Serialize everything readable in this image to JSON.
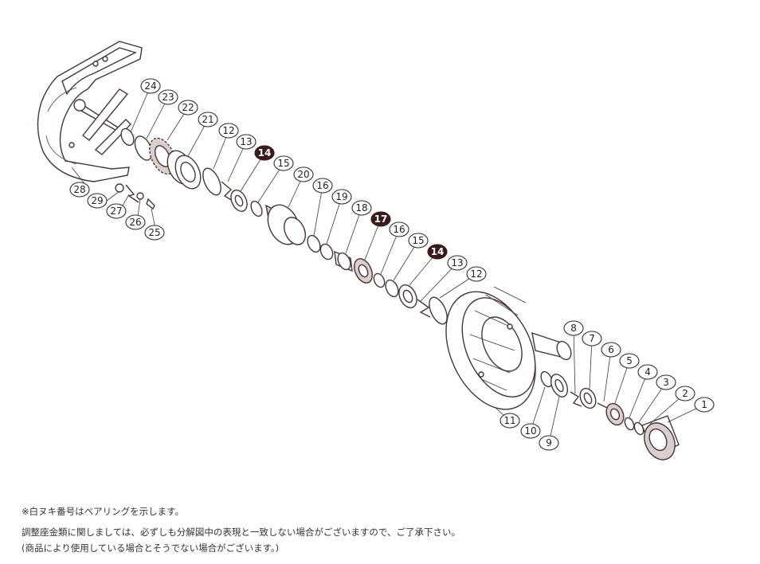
{
  "labels": [
    {
      "id": "1",
      "text": "1",
      "bearing": false
    },
    {
      "id": "2",
      "text": "2",
      "bearing": false
    },
    {
      "id": "3",
      "text": "3",
      "bearing": false
    },
    {
      "id": "4",
      "text": "4",
      "bearing": false
    },
    {
      "id": "5",
      "text": "5",
      "bearing": false
    },
    {
      "id": "6",
      "text": "6",
      "bearing": false
    },
    {
      "id": "7",
      "text": "7",
      "bearing": false
    },
    {
      "id": "8",
      "text": "8",
      "bearing": false
    },
    {
      "id": "9",
      "text": "9",
      "bearing": false
    },
    {
      "id": "10",
      "text": "10",
      "bearing": false
    },
    {
      "id": "11",
      "text": "11",
      "bearing": false
    },
    {
      "id": "12a",
      "text": "12",
      "bearing": false
    },
    {
      "id": "13a",
      "text": "13",
      "bearing": false
    },
    {
      "id": "14a",
      "text": "14",
      "bearing": true
    },
    {
      "id": "15a",
      "text": "15",
      "bearing": false
    },
    {
      "id": "16a",
      "text": "16",
      "bearing": false
    },
    {
      "id": "17",
      "text": "17",
      "bearing": true
    },
    {
      "id": "18",
      "text": "18",
      "bearing": false
    },
    {
      "id": "19",
      "text": "19",
      "bearing": false
    },
    {
      "id": "16b",
      "text": "16",
      "bearing": false
    },
    {
      "id": "20",
      "text": "20",
      "bearing": false
    },
    {
      "id": "15b",
      "text": "15",
      "bearing": false
    },
    {
      "id": "14b",
      "text": "14",
      "bearing": true
    },
    {
      "id": "13b",
      "text": "13",
      "bearing": false
    },
    {
      "id": "12b",
      "text": "12",
      "bearing": false
    },
    {
      "id": "21",
      "text": "21",
      "bearing": false
    },
    {
      "id": "22",
      "text": "22",
      "bearing": false
    },
    {
      "id": "23",
      "text": "23",
      "bearing": false
    },
    {
      "id": "24",
      "text": "24",
      "bearing": false
    },
    {
      "id": "25",
      "text": "25",
      "bearing": false
    },
    {
      "id": "26",
      "text": "26",
      "bearing": false
    },
    {
      "id": "27",
      "text": "27",
      "bearing": false
    },
    {
      "id": "28",
      "text": "28",
      "bearing": false
    },
    {
      "id": "29",
      "text": "29",
      "bearing": false
    }
  ],
  "notes": {
    "bearing_note": "※白ヌキ番号はベアリングを示します。",
    "disclaimer_1": "調整座金類に関しましては、必ずしも分解図中の表現と一致しない場合がございますので、ご了承下さい。",
    "disclaimer_2": "(商品により使用している場合とそうでない場合がございます。)"
  },
  "colors": {
    "line": "#4a3535",
    "bearing_fill": "#3a1a1a",
    "background": "#ffffff"
  }
}
